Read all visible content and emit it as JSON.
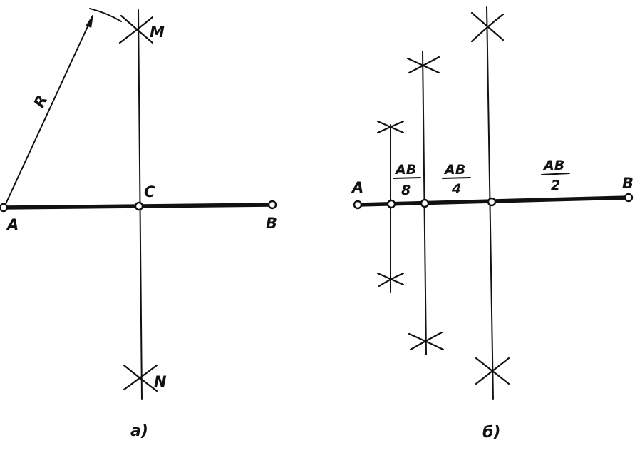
{
  "figure_a": {
    "label_a": "A",
    "label_b": "B",
    "label_c": "C",
    "label_m": "M",
    "label_n": "N",
    "label_r": "R",
    "caption": "a)"
  },
  "figure_b": {
    "label_a": "A",
    "label_b": "B",
    "frac_8_num": "AB",
    "frac_8_den": "8",
    "frac_4_num": "AB",
    "frac_4_den": "4",
    "frac_2_num": "AB",
    "frac_2_den": "2",
    "caption": "б)"
  }
}
